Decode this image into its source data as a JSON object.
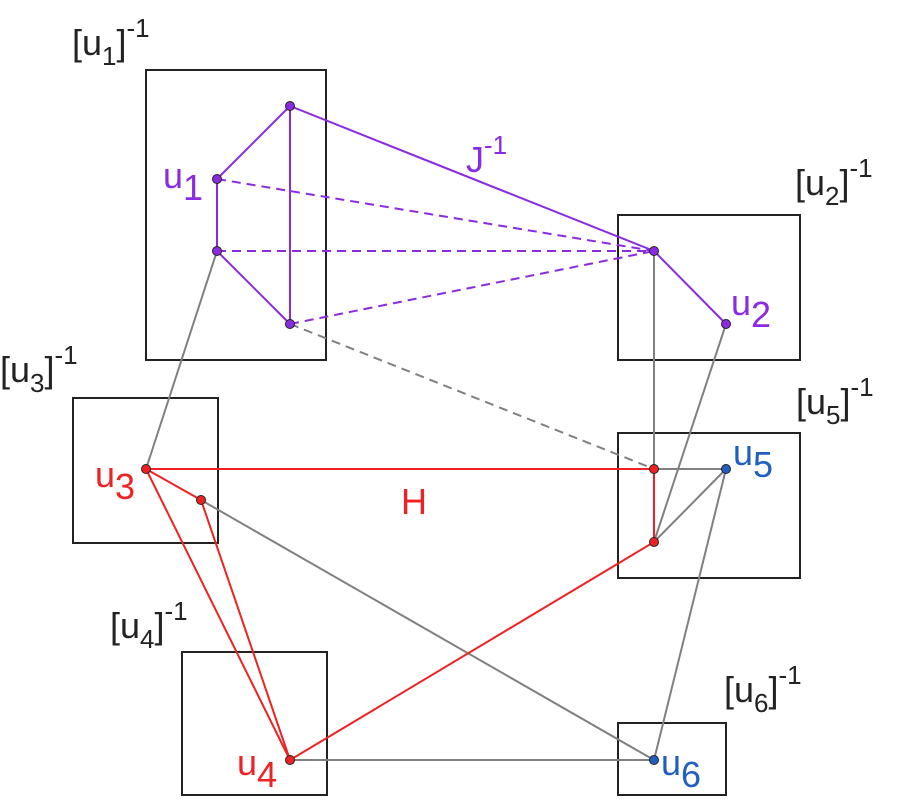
{
  "colors": {
    "purple": "#8a2be2",
    "red": "#ee2222",
    "gray": "#808080",
    "blue": "#1f5fbf",
    "black": "#222222"
  },
  "boxes": [
    {
      "id": "b1",
      "base": "[u",
      "sub": "1",
      "close": "]",
      "sup": "-1"
    },
    {
      "id": "b2",
      "base": "[u",
      "sub": "2",
      "close": "]",
      "sup": "-1"
    },
    {
      "id": "b3",
      "base": "[u",
      "sub": "3",
      "close": "]",
      "sup": "-1"
    },
    {
      "id": "b4",
      "base": "[u",
      "sub": "4",
      "close": "]",
      "sup": "-1"
    },
    {
      "id": "b5",
      "base": "[u",
      "sub": "5",
      "close": "]",
      "sup": "-1"
    },
    {
      "id": "b6",
      "base": "[u",
      "sub": "6",
      "close": "]",
      "sup": "-1"
    }
  ],
  "nodes": [
    {
      "id": "p_top",
      "color": "purple"
    },
    {
      "id": "u1",
      "color": "purple"
    },
    {
      "id": "p_mid",
      "color": "purple"
    },
    {
      "id": "p_bot",
      "color": "purple"
    },
    {
      "id": "p_hub",
      "color": "purple"
    },
    {
      "id": "u2",
      "color": "purple"
    },
    {
      "id": "u3",
      "color": "red"
    },
    {
      "id": "r_in3",
      "color": "red"
    },
    {
      "id": "u4",
      "color": "red"
    },
    {
      "id": "r_in5a",
      "color": "red"
    },
    {
      "id": "r_in5b",
      "color": "red"
    },
    {
      "id": "u5",
      "color": "blue"
    },
    {
      "id": "u6",
      "color": "blue"
    }
  ],
  "edges": [
    {
      "from": "p_top",
      "to": "u1",
      "color": "purple",
      "dashed": false
    },
    {
      "from": "u1",
      "to": "p_mid",
      "color": "purple",
      "dashed": false
    },
    {
      "from": "p_mid",
      "to": "p_bot",
      "color": "purple",
      "dashed": false
    },
    {
      "from": "p_top",
      "to": "p_bot",
      "color": "purple",
      "dashed": false
    },
    {
      "from": "p_top",
      "to": "p_hub",
      "color": "purple",
      "dashed": false
    },
    {
      "from": "p_hub",
      "to": "u2",
      "color": "purple",
      "dashed": false
    },
    {
      "from": "u1",
      "to": "p_hub",
      "color": "purple",
      "dashed": true
    },
    {
      "from": "p_mid",
      "to": "p_hub",
      "color": "purple",
      "dashed": true
    },
    {
      "from": "p_bot",
      "to": "p_hub",
      "color": "purple",
      "dashed": true
    },
    {
      "from": "p_bot",
      "to": "r_in5a",
      "color": "gray",
      "dashed": true
    },
    {
      "from": "p_mid",
      "to": "u3",
      "color": "gray",
      "dashed": false
    },
    {
      "from": "p_hub",
      "to": "r_in5a",
      "color": "gray",
      "dashed": false
    },
    {
      "from": "u2",
      "to": "r_in5b",
      "color": "gray",
      "dashed": false
    },
    {
      "from": "r_in5a",
      "to": "u5",
      "color": "gray",
      "dashed": false
    },
    {
      "from": "r_in5b",
      "to": "u5",
      "color": "gray",
      "dashed": false
    },
    {
      "from": "u5",
      "to": "u6",
      "color": "gray",
      "dashed": false
    },
    {
      "from": "r_in3",
      "to": "u6",
      "color": "gray",
      "dashed": false
    },
    {
      "from": "u4",
      "to": "u6",
      "color": "gray",
      "dashed": false
    },
    {
      "from": "u3",
      "to": "r_in5a",
      "color": "red",
      "dashed": false
    },
    {
      "from": "r_in5a",
      "to": "r_in5b",
      "color": "red",
      "dashed": false
    },
    {
      "from": "r_in5b",
      "to": "u4",
      "color": "red",
      "dashed": false
    },
    {
      "from": "u3",
      "to": "r_in3",
      "color": "red",
      "dashed": false
    },
    {
      "from": "r_in3",
      "to": "u4",
      "color": "red",
      "dashed": false
    },
    {
      "from": "u3",
      "to": "u4",
      "color": "red",
      "dashed": false
    }
  ],
  "node_labels": [
    {
      "id": "u1",
      "base": "u",
      "sub": "1",
      "color": "purple"
    },
    {
      "id": "u2",
      "base": "u",
      "sub": "2",
      "color": "purple"
    },
    {
      "id": "u3",
      "base": "u",
      "sub": "3",
      "color": "red"
    },
    {
      "id": "u4",
      "base": "u",
      "sub": "4",
      "color": "red"
    },
    {
      "id": "u5",
      "base": "u",
      "sub": "5",
      "color": "blue"
    },
    {
      "id": "u6",
      "base": "u",
      "sub": "6",
      "color": "blue"
    }
  ],
  "edge_labels": [
    {
      "id": "J",
      "base": "J",
      "sup": "-1",
      "color": "purple"
    },
    {
      "id": "H",
      "base": "H",
      "color": "red"
    }
  ]
}
